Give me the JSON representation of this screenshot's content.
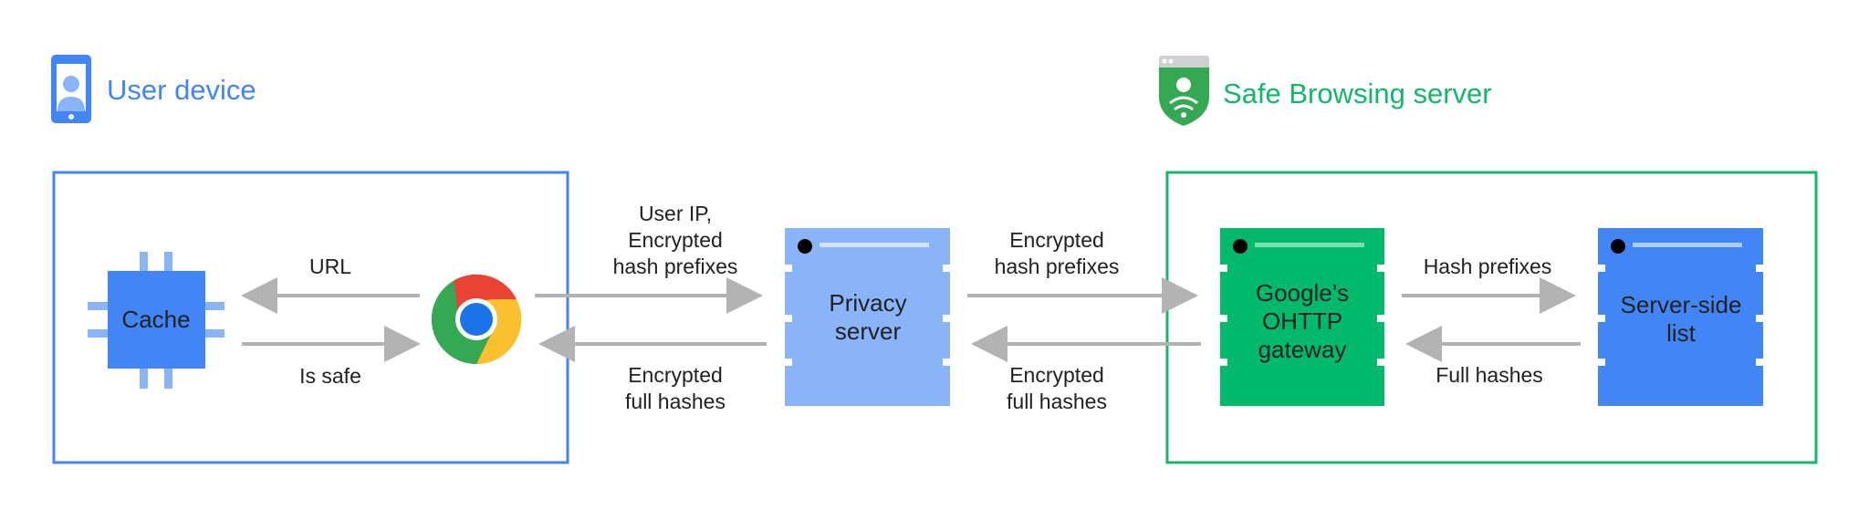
{
  "sections": {
    "user_device": {
      "title": "User device",
      "color": "#4285f4"
    },
    "safe_browsing": {
      "title": "Safe Browsing server",
      "color": "#12b76a"
    }
  },
  "nodes": {
    "cache": {
      "label": "Cache",
      "icon": "chip-icon"
    },
    "browser": {
      "icon": "chrome-icon"
    },
    "privacy_server": {
      "line1": "Privacy",
      "line2": "server",
      "color": "#8ab4f8"
    },
    "ohttp_gateway": {
      "line1": "Google’s",
      "line2": "OHTTP",
      "line3": "gateway",
      "color": "#00b96b"
    },
    "server_list": {
      "line1": "Server-side",
      "line2": "list",
      "color": "#4285f4"
    }
  },
  "edges": {
    "url": "URL",
    "is_safe": "Is safe",
    "to_privacy": {
      "line1": "User IP,",
      "line2": "Encrypted",
      "line3": "hash prefixes"
    },
    "from_privacy": {
      "line1": "Encrypted",
      "line2": "full hashes"
    },
    "to_gateway": {
      "line1": "Encrypted",
      "line2": "hash prefixes"
    },
    "from_gateway": {
      "line1": "Encrypted",
      "line2": "full hashes"
    },
    "to_list": "Hash prefixes",
    "from_list": "Full hashes"
  },
  "colors": {
    "arrow": "#b3b3b3",
    "blue": "#4285f4",
    "green": "#12b76a"
  }
}
